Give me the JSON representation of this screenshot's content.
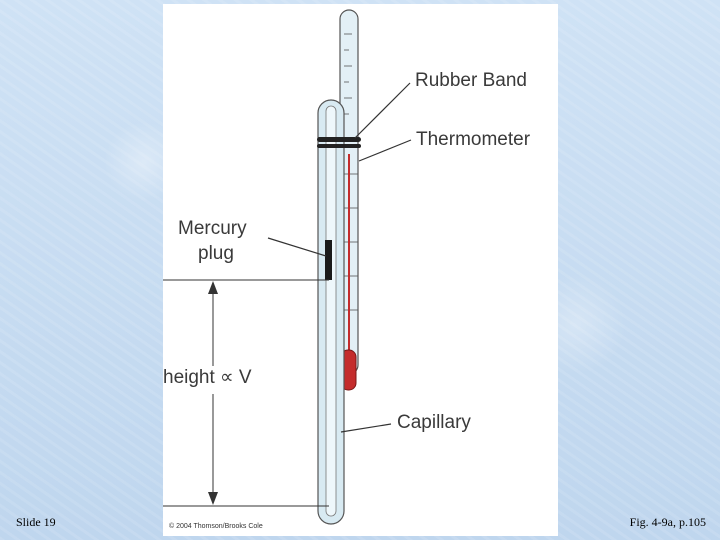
{
  "slide": {
    "number_label": "Slide 19",
    "figure_ref": "Fig. 4-9a, p.105"
  },
  "figure": {
    "labels": {
      "rubber_band": "Rubber Band",
      "thermometer": "Thermometer",
      "mercury_plug_line1": "Mercury",
      "mercury_plug_line2": "plug",
      "height": "height ∝ V",
      "capillary": "Capillary"
    },
    "copyright": "© 2004 Thomson/Brooks Cole"
  },
  "colors": {
    "mercury_red": "#c42c2c",
    "glass_blue": "#d8eaf2",
    "background": "#c9def3"
  }
}
